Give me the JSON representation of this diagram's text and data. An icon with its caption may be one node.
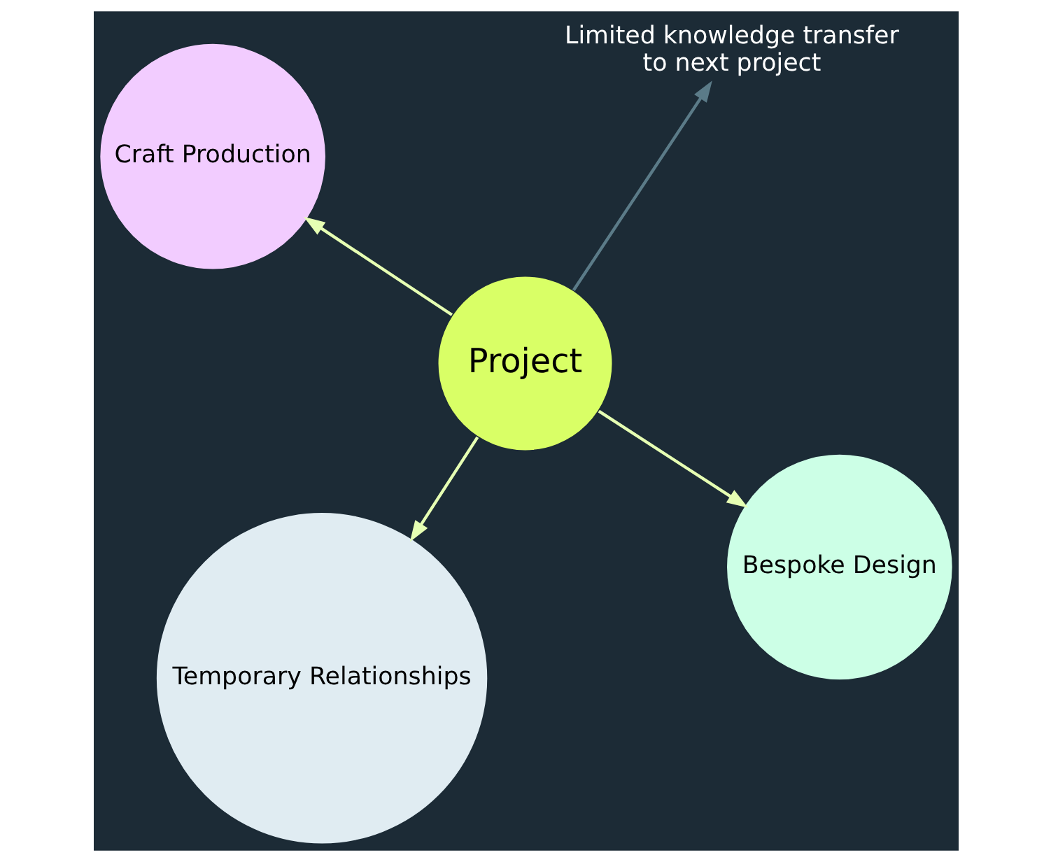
{
  "diagram": {
    "nodes": [
      {
        "text": [
          "Project"
        ]
      },
      {
        "text": [
          "Bespoke Design"
        ]
      },
      {
        "text": [
          "Temporary Relationships"
        ]
      },
      {
        "text": [
          "Craft Production"
        ]
      },
      {
        "text": [
          "Limited knowledge transfer to next project"
        ]
      }
    ],
    "edges": [
      {
        "from": 0,
        "to": 1,
        "arrow": "to"
      },
      {
        "from": 0,
        "to": 2,
        "arrow": "to"
      },
      {
        "from": 0,
        "to": 3,
        "arrow": "to"
      },
      {
        "from": 0,
        "to": 4,
        "arrow": "to",
        "color": "#5b7b88"
      }
    ]
  }
}
